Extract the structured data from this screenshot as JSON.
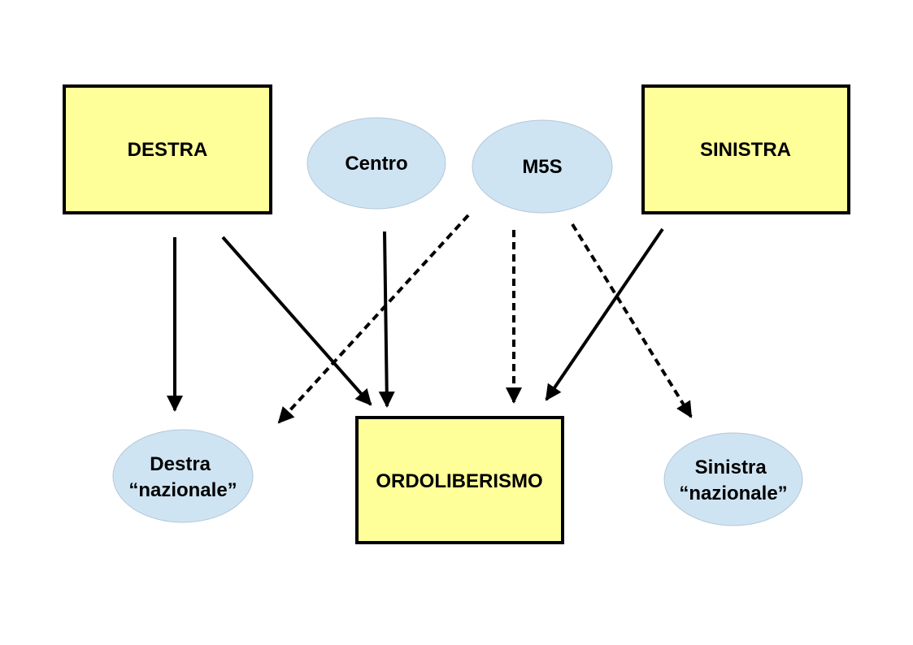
{
  "colors": {
    "box_fill": "#ffff99",
    "ellipse_fill": "#cfe4f3",
    "outline": "#000000",
    "ellipse_outline": "#b4c7d8",
    "background": "#ffffff"
  },
  "nodes": {
    "destra": {
      "label": "DESTRA",
      "shape": "rectangle"
    },
    "centro": {
      "label": "Centro",
      "shape": "ellipse"
    },
    "m5s": {
      "label": "M5S",
      "shape": "ellipse"
    },
    "sinistra": {
      "label": "SINISTRA",
      "shape": "rectangle"
    },
    "destra_nazionale": {
      "label_line1": "Destra",
      "label_line2": "“nazionale”",
      "shape": "ellipse"
    },
    "ordoliberismo": {
      "label": "ORDOLIBERISMO",
      "shape": "rectangle"
    },
    "sinistra_nazionale": {
      "label_line1": "Sinistra",
      "label_line2": "“nazionale”",
      "shape": "ellipse"
    }
  },
  "edges": [
    {
      "from": "DESTRA",
      "to": "Destra “nazionale”",
      "style": "solid"
    },
    {
      "from": "DESTRA",
      "to": "ORDOLIBERISMO",
      "style": "solid"
    },
    {
      "from": "Centro",
      "to": "ORDOLIBERISMO",
      "style": "solid"
    },
    {
      "from": "M5S",
      "to": "Destra “nazionale”",
      "style": "dashed"
    },
    {
      "from": "M5S",
      "to": "ORDOLIBERISMO",
      "style": "dashed"
    },
    {
      "from": "M5S",
      "to": "Sinistra “nazionale”",
      "style": "dashed"
    },
    {
      "from": "SINISTRA",
      "to": "ORDOLIBERISMO",
      "style": "solid"
    }
  ]
}
